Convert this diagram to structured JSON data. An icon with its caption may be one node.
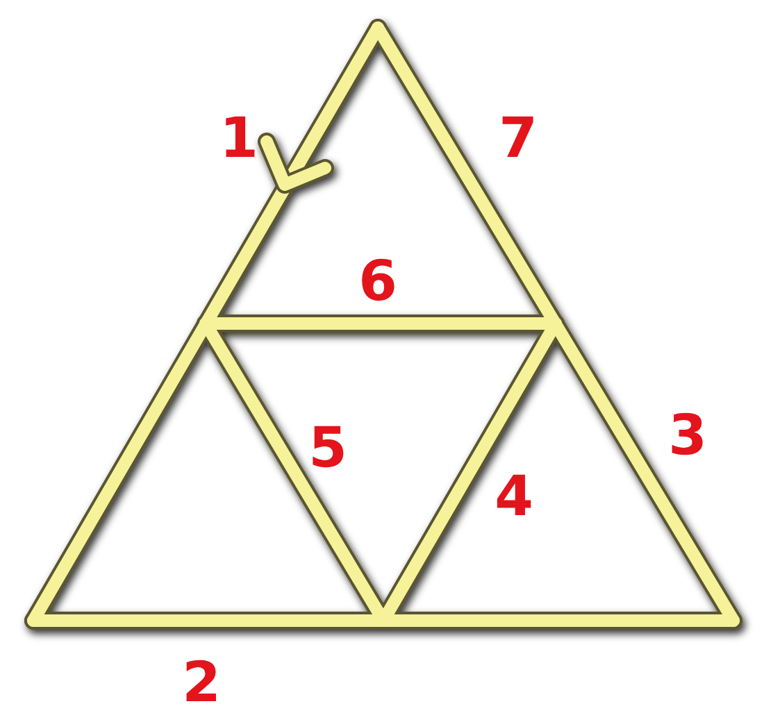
{
  "diagram": {
    "labels": [
      "1",
      "7",
      "6",
      "5",
      "3",
      "4",
      "2"
    ]
  }
}
